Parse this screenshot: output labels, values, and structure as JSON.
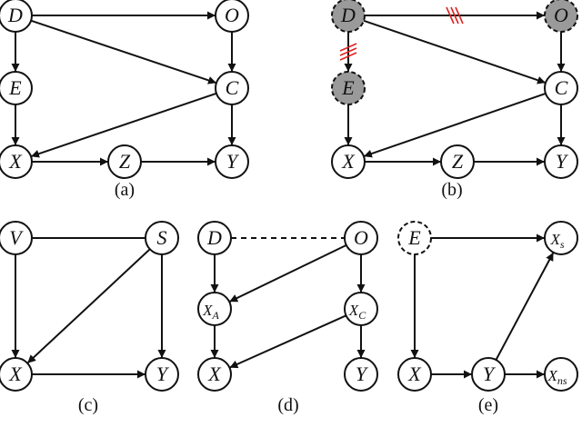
{
  "panels": [
    {
      "id": "a",
      "caption": "(a)",
      "nodes": [
        {
          "id": "D",
          "label": "D",
          "style": "plain"
        },
        {
          "id": "O",
          "label": "O",
          "style": "plain"
        },
        {
          "id": "E",
          "label": "E",
          "style": "plain"
        },
        {
          "id": "C",
          "label": "C",
          "style": "plain"
        },
        {
          "id": "X",
          "label": "X",
          "style": "plain"
        },
        {
          "id": "Z",
          "label": "Z",
          "style": "plain"
        },
        {
          "id": "Y",
          "label": "Y",
          "style": "plain"
        }
      ],
      "edges": [
        {
          "from": "D",
          "to": "O",
          "type": "directed"
        },
        {
          "from": "D",
          "to": "E",
          "type": "directed"
        },
        {
          "from": "D",
          "to": "C",
          "type": "directed"
        },
        {
          "from": "O",
          "to": "C",
          "type": "directed"
        },
        {
          "from": "E",
          "to": "X",
          "type": "directed"
        },
        {
          "from": "C",
          "to": "X",
          "type": "directed"
        },
        {
          "from": "C",
          "to": "Y",
          "type": "directed"
        },
        {
          "from": "X",
          "to": "Z",
          "type": "directed"
        },
        {
          "from": "Z",
          "to": "Y",
          "type": "directed"
        }
      ]
    },
    {
      "id": "b",
      "caption": "(b)",
      "nodes": [
        {
          "id": "D",
          "label": "D",
          "style": "shaded"
        },
        {
          "id": "O",
          "label": "O",
          "style": "shaded"
        },
        {
          "id": "E",
          "label": "E",
          "style": "shaded"
        },
        {
          "id": "C",
          "label": "C",
          "style": "plain"
        },
        {
          "id": "X",
          "label": "X",
          "style": "plain"
        },
        {
          "id": "Z",
          "label": "Z",
          "style": "plain"
        },
        {
          "id": "Y",
          "label": "Y",
          "style": "plain"
        }
      ],
      "edges": [
        {
          "from": "D",
          "to": "O",
          "type": "directed",
          "cut": true
        },
        {
          "from": "D",
          "to": "E",
          "type": "directed",
          "cut": true
        },
        {
          "from": "D",
          "to": "C",
          "type": "directed"
        },
        {
          "from": "O",
          "to": "C",
          "type": "directed"
        },
        {
          "from": "E",
          "to": "X",
          "type": "directed"
        },
        {
          "from": "C",
          "to": "X",
          "type": "directed"
        },
        {
          "from": "C",
          "to": "Y",
          "type": "directed"
        },
        {
          "from": "X",
          "to": "Z",
          "type": "directed"
        },
        {
          "from": "Z",
          "to": "Y",
          "type": "directed"
        }
      ]
    },
    {
      "id": "c",
      "caption": "(c)",
      "nodes": [
        {
          "id": "V",
          "label": "V",
          "style": "plain"
        },
        {
          "id": "S",
          "label": "S",
          "style": "plain"
        },
        {
          "id": "X",
          "label": "X",
          "style": "plain"
        },
        {
          "id": "Y",
          "label": "Y",
          "style": "plain"
        }
      ],
      "edges": [
        {
          "from": "V",
          "to": "S",
          "type": "undirected"
        },
        {
          "from": "V",
          "to": "X",
          "type": "directed"
        },
        {
          "from": "S",
          "to": "X",
          "type": "directed"
        },
        {
          "from": "S",
          "to": "Y",
          "type": "directed"
        },
        {
          "from": "X",
          "to": "Y",
          "type": "directed"
        }
      ]
    },
    {
      "id": "d",
      "caption": "(d)",
      "nodes": [
        {
          "id": "D",
          "label": "D",
          "style": "plain"
        },
        {
          "id": "O",
          "label": "O",
          "style": "plain"
        },
        {
          "id": "XA",
          "label": "X",
          "sub": "A",
          "style": "plain"
        },
        {
          "id": "XC",
          "label": "X",
          "sub": "C",
          "style": "plain"
        },
        {
          "id": "X",
          "label": "X",
          "style": "plain"
        },
        {
          "id": "Y",
          "label": "Y",
          "style": "plain"
        }
      ],
      "edges": [
        {
          "from": "D",
          "to": "O",
          "type": "dashed"
        },
        {
          "from": "D",
          "to": "XA",
          "type": "directed"
        },
        {
          "from": "O",
          "to": "XA",
          "type": "directed"
        },
        {
          "from": "O",
          "to": "XC",
          "type": "directed"
        },
        {
          "from": "XA",
          "to": "X",
          "type": "directed"
        },
        {
          "from": "XC",
          "to": "X",
          "type": "directed"
        },
        {
          "from": "XC",
          "to": "Y",
          "type": "directed"
        }
      ]
    },
    {
      "id": "e",
      "caption": "(e)",
      "nodes": [
        {
          "id": "E",
          "label": "E",
          "style": "dashed"
        },
        {
          "id": "Xs",
          "label": "X",
          "sub": "s",
          "style": "plain"
        },
        {
          "id": "X",
          "label": "X",
          "style": "plain"
        },
        {
          "id": "Y",
          "label": "Y",
          "style": "plain"
        },
        {
          "id": "Xns",
          "label": "X",
          "sub": "ns",
          "style": "plain"
        }
      ],
      "edges": [
        {
          "from": "E",
          "to": "Xs",
          "type": "directed"
        },
        {
          "from": "E",
          "to": "X",
          "type": "directed"
        },
        {
          "from": "X",
          "to": "Y",
          "type": "directed"
        },
        {
          "from": "Y",
          "to": "Xs",
          "type": "directed"
        },
        {
          "from": "Y",
          "to": "Xns",
          "type": "directed"
        }
      ]
    }
  ],
  "colors": {
    "ink": "#111111",
    "shade": "#9a9a9a",
    "cut_mark": "#e02020",
    "node_fill": "#ffffff"
  }
}
